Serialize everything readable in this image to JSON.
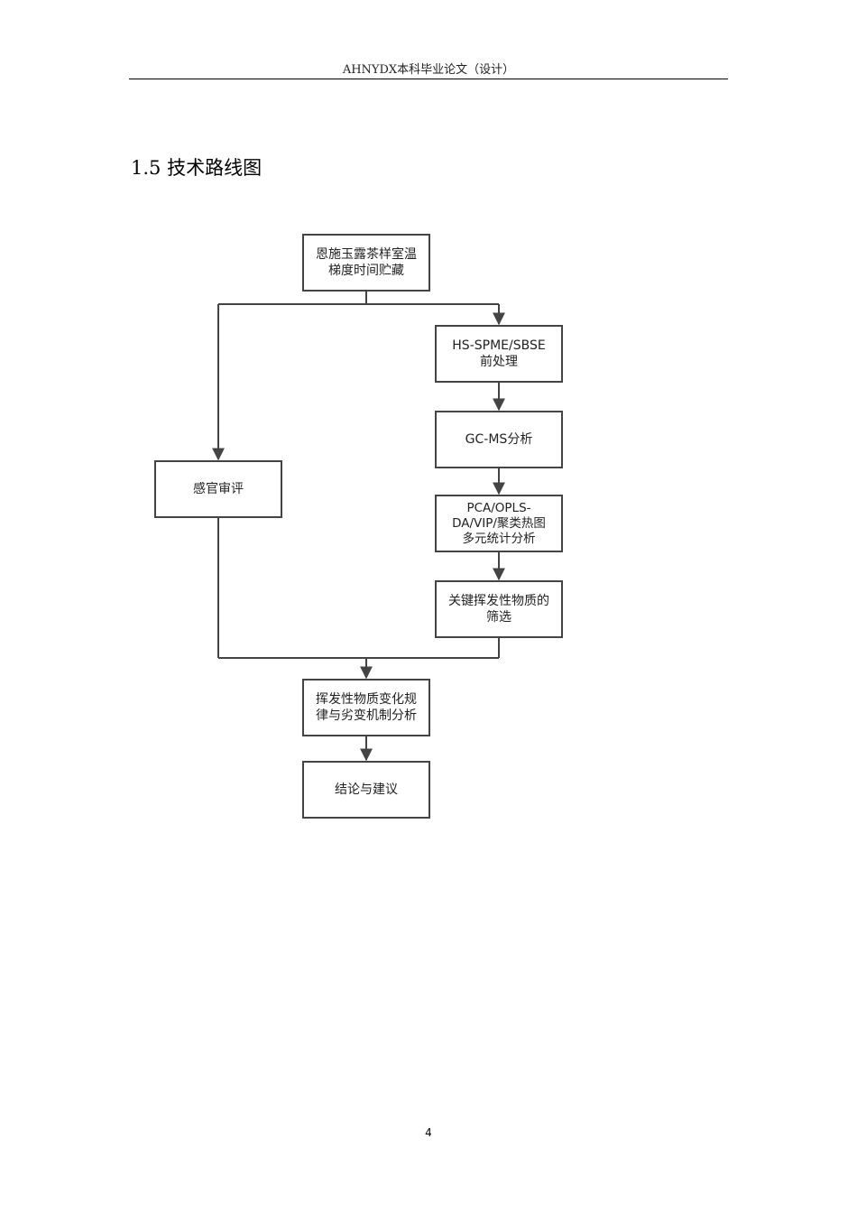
{
  "header": {
    "text": "AHNYDX本科毕业论文（设计）"
  },
  "section": {
    "title": "1.5 技术路线图"
  },
  "flowchart": {
    "nodes": {
      "storage": "恩施玉露茶样室温\n梯度时间贮藏",
      "pretreatment": "HS-SPME/SBSE\n前处理",
      "gcms": "GC-MS分析",
      "sensory": "感官审评",
      "multivariate": "PCA/OPLS-\nDA/VIP/聚类热图\n多元统计分析",
      "screening": "关键挥发性物质的\n筛选",
      "mechanism": "挥发性物质变化规\n律与劣变机制分析",
      "conclusion": "结论与建议"
    }
  },
  "footer": {
    "page_number": "4"
  }
}
